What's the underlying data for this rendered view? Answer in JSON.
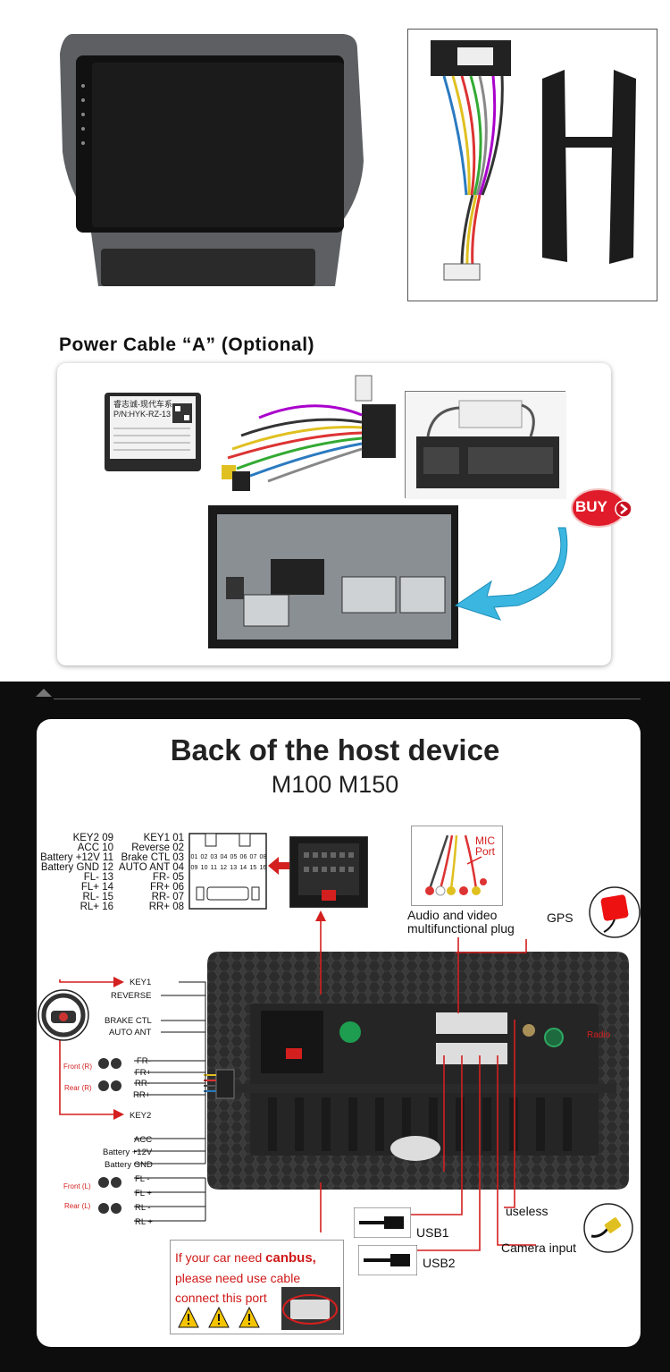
{
  "section_title": "Power Cable “A” (Optional)",
  "buy_label": "BUY",
  "decoder_label": {
    "line1": "睿志诚-现代车系",
    "line2": "P/N:HYK-RZ-13"
  },
  "diagram": {
    "title": "Back of the host device",
    "models": "M100 M150",
    "pins_left": [
      "KEY2 09",
      "ACC 10",
      "Battery +12V 11",
      "Battery GND 12",
      "FL- 13",
      "FL+ 14",
      "RL- 15",
      "RL+ 16"
    ],
    "pins_right": [
      "KEY1 01",
      "Reverse 02",
      "Brake CTL 03",
      "AUTO ANT 04",
      "FR- 05",
      "FR+ 06",
      "RR- 07",
      "RR+ 08"
    ],
    "pin_grid_top": [
      "01",
      "02",
      "03",
      "04",
      "05",
      "06",
      "07",
      "08"
    ],
    "pin_grid_bottom": [
      "09",
      "10",
      "11",
      "12",
      "13",
      "14",
      "15",
      "16"
    ],
    "mic_port": "MIC Port",
    "av_plug": "Audio and video multifunctional plug",
    "gps": "GPS",
    "radio": "Radio",
    "useless": "useless",
    "usb1": "USB1",
    "usb2": "USB2",
    "camera_input": "Camera input",
    "wires": {
      "key1": "KEY1",
      "reverse": "REVERSE",
      "brake": "BRAKE CTL",
      "auto_ant": "AUTO ANT",
      "front_r": "Front (R)",
      "rear_r": "Rear (R)",
      "fr_minus": "FR-",
      "fr_plus": "FR+",
      "rr_minus": "RR-",
      "rr_plus": "RR+",
      "key2": "KEY2",
      "acc": "ACC",
      "battery12": "Battery +12V",
      "battery_gnd": "Battery GND",
      "front_l": "Front (L)",
      "rear_l": "Rear (L)",
      "fl_minus": "FL -",
      "fl_plus": "FL +",
      "rl_minus": "RL -",
      "rl_plus": "RL +"
    },
    "canbus_note": {
      "line1_prefix": "If your car need ",
      "line1_bold": "canbus,",
      "line2": "please need use cable",
      "line3": "connect this port"
    }
  },
  "colors": {
    "accent_red": "#d41f1f",
    "dark_bg": "#0d0d0d",
    "buy_red": "#e01c2a",
    "arrow_blue": "#3bb6e0"
  }
}
